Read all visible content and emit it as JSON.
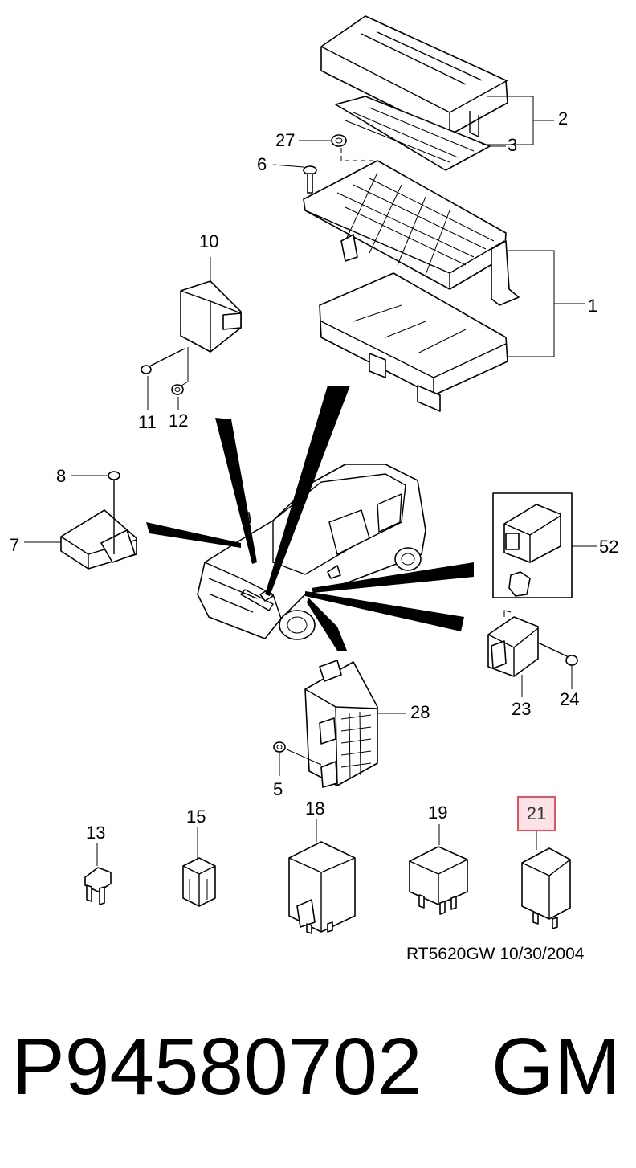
{
  "callouts": {
    "c1": "1",
    "c2": "2",
    "c3": "3",
    "c5": "5",
    "c6": "6",
    "c7": "7",
    "c8": "8",
    "c10": "10",
    "c11": "11",
    "c12": "12",
    "c13": "13",
    "c15": "15",
    "c18": "18",
    "c19": "19",
    "c21": "21",
    "c23": "23",
    "c24": "24",
    "c27": "27",
    "c28": "28",
    "c52": "52"
  },
  "highlighted_callout": "21",
  "highlight_colors": {
    "border": "#e8505f",
    "fill": "#fbe3e6"
  },
  "reference": "RT5620GW  10/30/2004",
  "part_number": "P94580702",
  "brand": "GM"
}
